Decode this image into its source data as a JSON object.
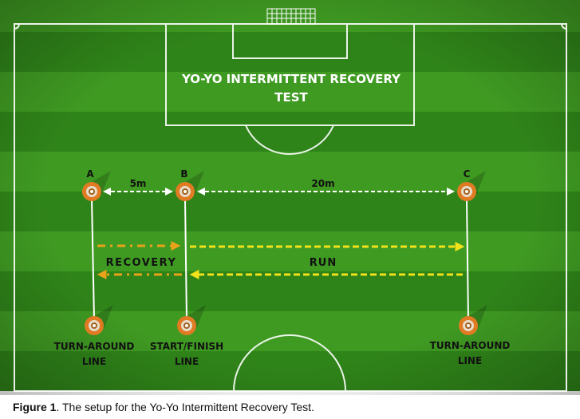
{
  "title": "YO-YO INTERMITTENT RECOVERY TEST",
  "title_line1": "YO-YO INTERMITTENT RECOVERY",
  "title_line2": "TEST",
  "cones": {
    "a": "A",
    "b": "B",
    "c": "C"
  },
  "distances": {
    "ab": "5m",
    "bc": "20m"
  },
  "zones": {
    "recovery": "RECOVERY",
    "run": "RUN"
  },
  "lines": {
    "left_1": "TURN-AROUND",
    "left_2": "LINE",
    "mid_1": "START/FINISH",
    "mid_2": "LINE",
    "right_1": "TURN-AROUND",
    "right_2": "LINE"
  },
  "caption": {
    "label": "Figure 1",
    "text": ". The setup for the Yo-Yo Intermittent Recovery Test."
  },
  "colors": {
    "grass_light": "#3f9a22",
    "grass_dark": "#2f8419",
    "arrow_yellow": "#f2e21a",
    "arrow_orange": "#e9a21a",
    "cone": "#e07b24"
  }
}
